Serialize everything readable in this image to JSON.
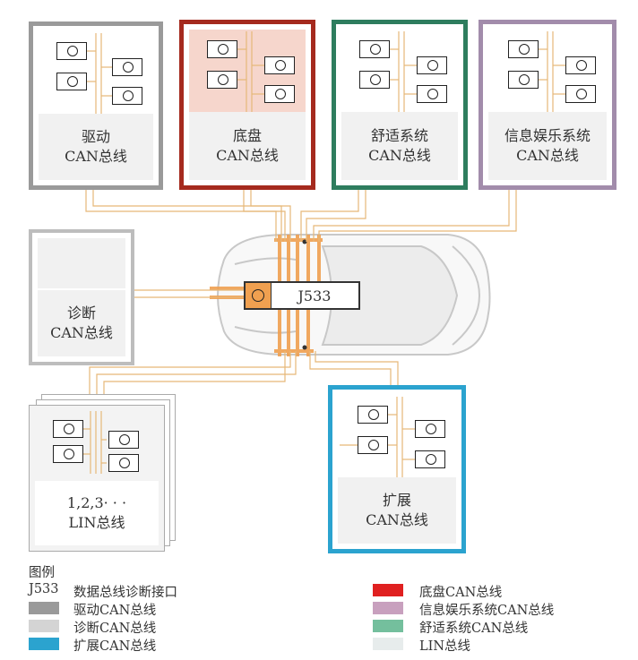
{
  "buses": {
    "drive": {
      "line1": "驱动",
      "line2": "CAN总线",
      "color": "#9a9a9a"
    },
    "chassis": {
      "line1": "底盘",
      "line2": "CAN总线",
      "color": "#a52a1e"
    },
    "comfort": {
      "line1": "舒适系统",
      "line2": "CAN总线",
      "color": "#2e7d5e"
    },
    "infotainment": {
      "line1": "信息娱乐系统",
      "line2": "CAN总线",
      "color": "#a28cab"
    },
    "diagnosis": {
      "line1": "诊断",
      "line2": "CAN总线",
      "color": "#bdbdbd"
    },
    "lin": {
      "line1": "1,2,3· · ·",
      "line2": "LIN总线",
      "color": "#d9d9d9"
    },
    "extension": {
      "line1": "扩展",
      "line2": "CAN总线",
      "color": "#2ba3cf"
    }
  },
  "gateway": {
    "label": "J533"
  },
  "legend": {
    "title": "图例",
    "key_label": "J533",
    "key_desc": "数据总线诊断接口",
    "items_left": [
      {
        "label": "驱动CAN总线",
        "color": "#9a9a9a"
      },
      {
        "label": "诊断CAN总线",
        "color": "#d4d4d4"
      },
      {
        "label": "扩展CAN总线",
        "color": "#2ba3cf"
      }
    ],
    "items_right": [
      {
        "label": "底盘CAN总线",
        "color": "#e02020"
      },
      {
        "label": "信息娱乐系统CAN总线",
        "color": "#c8a0be"
      },
      {
        "label": "舒适系统CAN总线",
        "color": "#74bf9d"
      },
      {
        "label": "LIN总线",
        "color": "#e7ecec"
      }
    ]
  }
}
